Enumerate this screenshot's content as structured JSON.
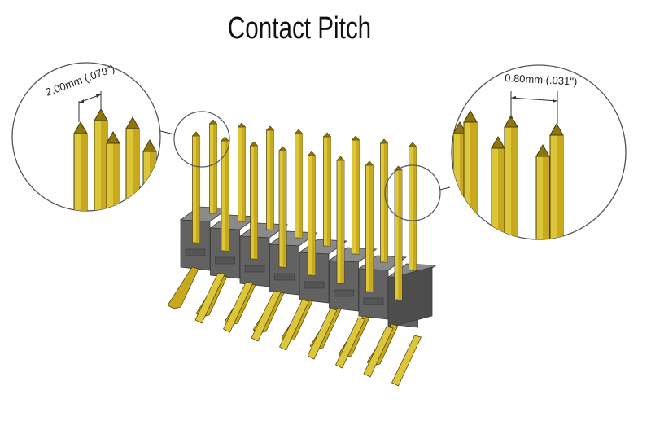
{
  "title": "Contact Pitch",
  "callouts": {
    "left": {
      "label": "2.00mm (.079\")"
    },
    "right": {
      "label": "0.80mm (.031\")"
    }
  },
  "colors": {
    "pin_light": "#dcc63a",
    "pin_mid": "#c8a91e",
    "pin_dark": "#8e760f",
    "pin_outline": "#4a3d06",
    "housing_top": "#8a8a8a",
    "housing_front": "#626262",
    "housing_side": "#4d4d4d",
    "circle_stroke": "#555555",
    "leader_stroke": "#333333"
  },
  "connector": {
    "positions": 8,
    "rows": 2
  }
}
